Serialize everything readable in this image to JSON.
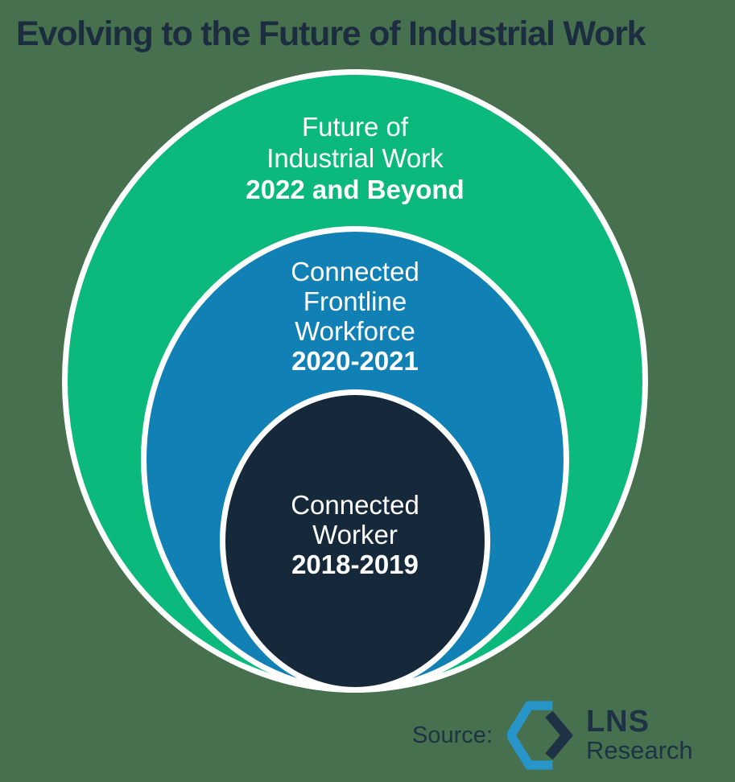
{
  "title": "Evolving to the Future of Industrial Work",
  "diagram": {
    "type": "nested-circles",
    "rings": [
      {
        "name": "future-of-industrial-work",
        "lines": [
          "Future of",
          "Industrial Work"
        ],
        "period": "2022 and Beyond",
        "color": "#0bb97c"
      },
      {
        "name": "connected-frontline-workforce",
        "lines": [
          "Connected",
          "Frontline",
          "Workforce"
        ],
        "period": "2020-2021",
        "color": "#1180b5"
      },
      {
        "name": "connected-worker",
        "lines": [
          "Connected",
          "Worker"
        ],
        "period": "2018-2019",
        "color": "#16293a"
      }
    ]
  },
  "source": {
    "label": "Source:",
    "logo": {
      "line1": "LNS",
      "line2": "Research",
      "icon": "lns-hexagon-logo",
      "blue": "#2795c8",
      "navy": "#1d3244"
    }
  },
  "colors": {
    "background": "#47714e",
    "title_text": "#1b2d3f",
    "ring_border": "#ffffff",
    "label_text": "#ffffff"
  }
}
